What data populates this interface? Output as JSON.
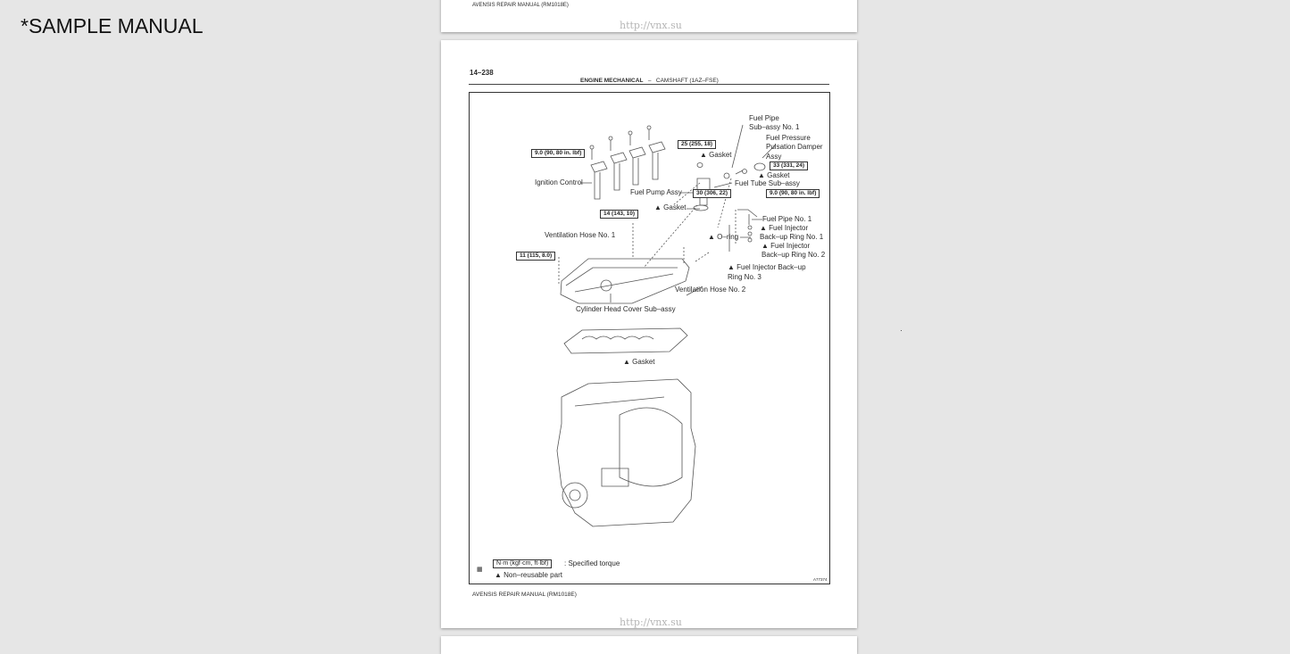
{
  "document_title": "*SAMPLE MANUAL",
  "watermark": "http://vnx.su",
  "prev_page": {
    "footer": "AVENSIS REPAIR MANUAL (RM1018E)"
  },
  "page": {
    "page_number": "14–238",
    "section": "ENGINE MECHANICAL",
    "separator": "–",
    "subsection": "CAMSHAFT (1AZ–FSE)",
    "figure_id": "A77374",
    "footer": "AVENSIS REPAIR MANUAL   (RM1018E)",
    "labels": {
      "fuel_pipe_sub_assy_1": "Fuel Pipe",
      "fuel_pipe_sub_assy_2": "Sub–assy No. 1",
      "damper_1": "Fuel Pressure",
      "damper_2": "Pulsation Damper",
      "damper_3": "Assy",
      "gasket_a": "▲ Gasket",
      "gasket_b": "▲ Gasket",
      "gasket_c": "▲ Gasket",
      "gasket_d": "▲ Gasket",
      "fuel_tube": "Fuel Tube Sub–assy",
      "ignition": "Ignition Control",
      "fuel_pump": "Fuel Pump Assy",
      "fuel_pipe_1": "Fuel Pipe No. 1",
      "injector_ring1_a": "▲ Fuel Injector",
      "injector_ring1_b": "Back–up Ring No. 1",
      "vent_hose_1": "Ventilation Hose No. 1",
      "oring": "▲ O–ring",
      "injector_ring2_a": "▲ Fuel Injector",
      "injector_ring2_b": "Back–up Ring No. 2",
      "injector_ring3_a": "▲ Fuel Injector Back–up",
      "injector_ring3_b": "Ring No. 3",
      "vent_hose_2": "Ventilation Hose No. 2",
      "cover": "Cylinder Head Cover Sub–assy"
    },
    "torques": {
      "coil_bolt": "9.0 (90, 80 in. lbf)",
      "pump_nut": "25 (255, 18)",
      "damper": "33 (331, 24)",
      "pipe_bolt": "30 (306, 22)",
      "pipe_bolt2": "9.0 (90, 80 in. lbf)",
      "cover_bolt": "14 (143, 10)",
      "hose_bolt": "11 (115, 8.0)"
    },
    "legend": {
      "torque_unit": "N·m (kgf·cm, ft·lbf)",
      "torque_desc": ": Specified torque",
      "nonreusable": "▲ Non–reusable part"
    }
  }
}
